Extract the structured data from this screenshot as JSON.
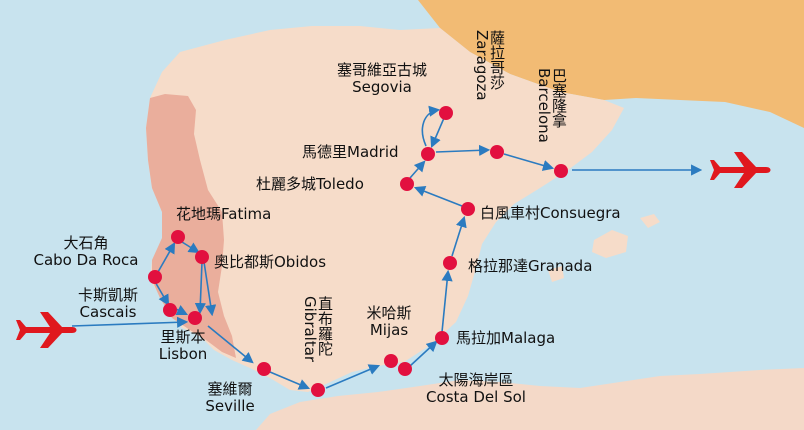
{
  "colors": {
    "sea": "#c8e3ee",
    "spain": "#f6dcc9",
    "portugal": "#eaae9c",
    "france": "#f2bb74",
    "africa": "#f4d9c8",
    "route": "#2b7bc0",
    "stop": "#e2103f",
    "plane": "#e0181e"
  },
  "cities": {
    "segovia": {
      "zh": "塞哥維亞古城",
      "en": "Segovia"
    },
    "zaragoza": {
      "zh": "薩拉哥莎",
      "en": "Zaragoza"
    },
    "barcelona": {
      "zh": "巴塞隆拿",
      "en": "Barcelona"
    },
    "madrid": {
      "label": "馬德里Madrid"
    },
    "toledo": {
      "label": "杜麗多城Toledo"
    },
    "consuegra": {
      "label": "白風車村Consuegra"
    },
    "fatima": {
      "label": "花地瑪Fatima"
    },
    "cabo": {
      "zh": "大石角",
      "en": "Cabo Da Roca"
    },
    "obidos": {
      "label": "奧比都斯Obidos"
    },
    "granada": {
      "label": "格拉那達Granada"
    },
    "cascais": {
      "zh": "卡斯凱斯",
      "en": "Cascais"
    },
    "gibraltar": {
      "zh": "直布羅陀",
      "en": "Gibraltar"
    },
    "mijas": {
      "zh": "米哈斯",
      "en": "Mijas"
    },
    "lisbon": {
      "zh": "里斯本",
      "en": "Lisbon"
    },
    "malaga": {
      "label": "馬拉加Malaga"
    },
    "seville": {
      "zh": "塞維爾",
      "en": "Seville"
    },
    "costa": {
      "zh": "太陽海岸區",
      "en": "Costa Del Sol"
    }
  },
  "icons": {
    "arrival": "airplane-icon",
    "departure": "airplane-icon"
  }
}
